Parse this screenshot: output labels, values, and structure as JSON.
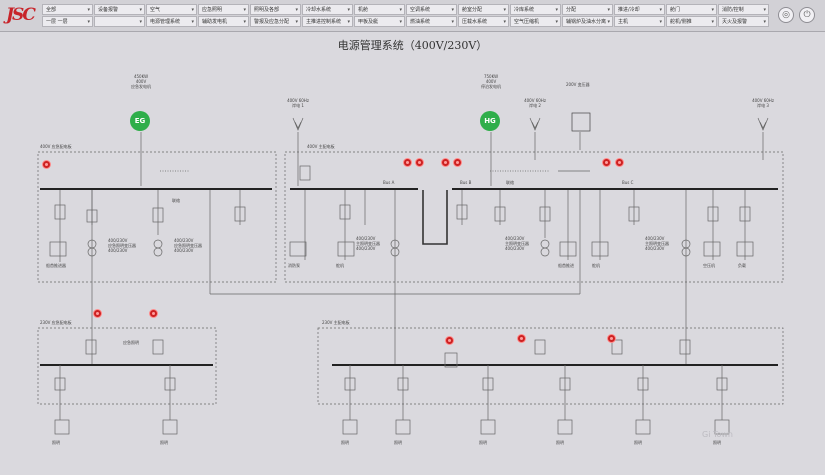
{
  "app": {
    "title": "电源管理系统（400V/230V）"
  },
  "menu": {
    "row1": [
      "全部",
      "设备报警",
      "空气",
      "应急照明",
      "照明及各部",
      "冷却水系统",
      "机舱",
      "空调系统",
      "舱室分配",
      "冷库系统",
      "分配",
      "推进/冷却",
      "舱门",
      "消防/控制"
    ],
    "row2": [
      "一层 一层",
      "",
      "电源管理系统",
      "辅助发电机",
      "警报及应急分配",
      "主推进控制系统",
      "甲板及艇",
      "燃油系统",
      "压载水系统",
      "空气压缩机",
      "辅锅炉及油水分离",
      "主机",
      "舵机/侧推",
      "灭火及报警"
    ],
    "dropdown_arrow": "▾"
  },
  "buttons": {
    "refresh": "◎",
    "power": "⏻"
  },
  "generators": {
    "eg": "EG",
    "hg": "HG"
  },
  "labels": {
    "eg_info": "450KW\n400V\n应急发电机",
    "hg_info": "750KW\n400V\n停泊发电机",
    "shore1": "400V 60Hz\n岸电 1",
    "shore2": "400V 60Hz\n岸电 2",
    "shore3": "400V 60Hz\n岸电 3",
    "transformer_top": "200V 变压器",
    "emerg_board": "400V 应急配电板",
    "main_board": "400V 主配电板",
    "bus_a": "Bus A",
    "bus_b": "Bus B",
    "bus_c": "Bus C",
    "bus_tie": "联络",
    "bus_link": "联络",
    "emerg_230": "230V 应急配电板",
    "main_230": "230V 主配电板",
    "emerg_lighting": "应急照明",
    "tf_emerg1": "400/230V\n应急照明变压器\n400/230V",
    "tf_emerg2": "400/230V\n应急照明变压器\n400/230V",
    "tf_main1": "400/230V\n主照明变压器\n400/230V",
    "tf_main2": "400/230V\n主照明变压器\n400/230V",
    "tf_main3": "400/230V\n主照明变压器\n400/230V",
    "load_bow1": "船首推进器",
    "load_bow2": "船首推进",
    "load_cs1": "消防泵",
    "load_cs2": "舵机",
    "load_cs3": "舵机",
    "load_cs4": "空压机",
    "load_230_1": "负载",
    "sub_1": "照明",
    "sub_2": "照明",
    "sub_3": "照明",
    "sub_4": "照明",
    "sub_5": "照明",
    "sub_6": "照明",
    "sub_7": "照明",
    "sub_8": "照明"
  },
  "watermark": "Gi Town"
}
